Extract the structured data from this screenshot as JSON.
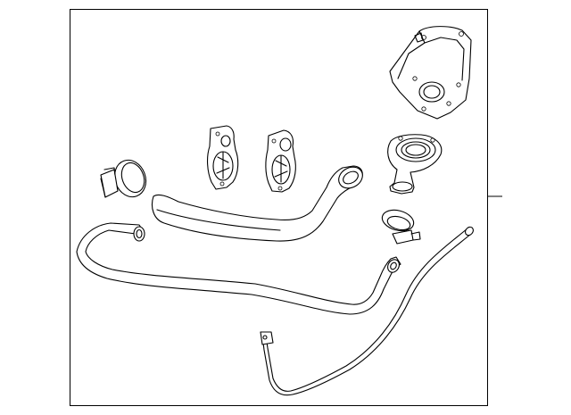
{
  "diagram": {
    "parts": [
      {
        "name": "heat-shield",
        "icon": "heat-shield-icon"
      },
      {
        "name": "thermostat-housing",
        "icon": "thermostat-housing-icon"
      },
      {
        "name": "hose-clamp",
        "icon": "hose-clamp-icon"
      },
      {
        "name": "bracket",
        "icon": "bracket-icon"
      },
      {
        "name": "upper-radiator-hose",
        "icon": "radiator-hose-icon"
      },
      {
        "name": "lower-radiator-hose",
        "icon": "radiator-hose-icon"
      },
      {
        "name": "overflow-tube",
        "icon": "overflow-tube-icon"
      }
    ]
  }
}
